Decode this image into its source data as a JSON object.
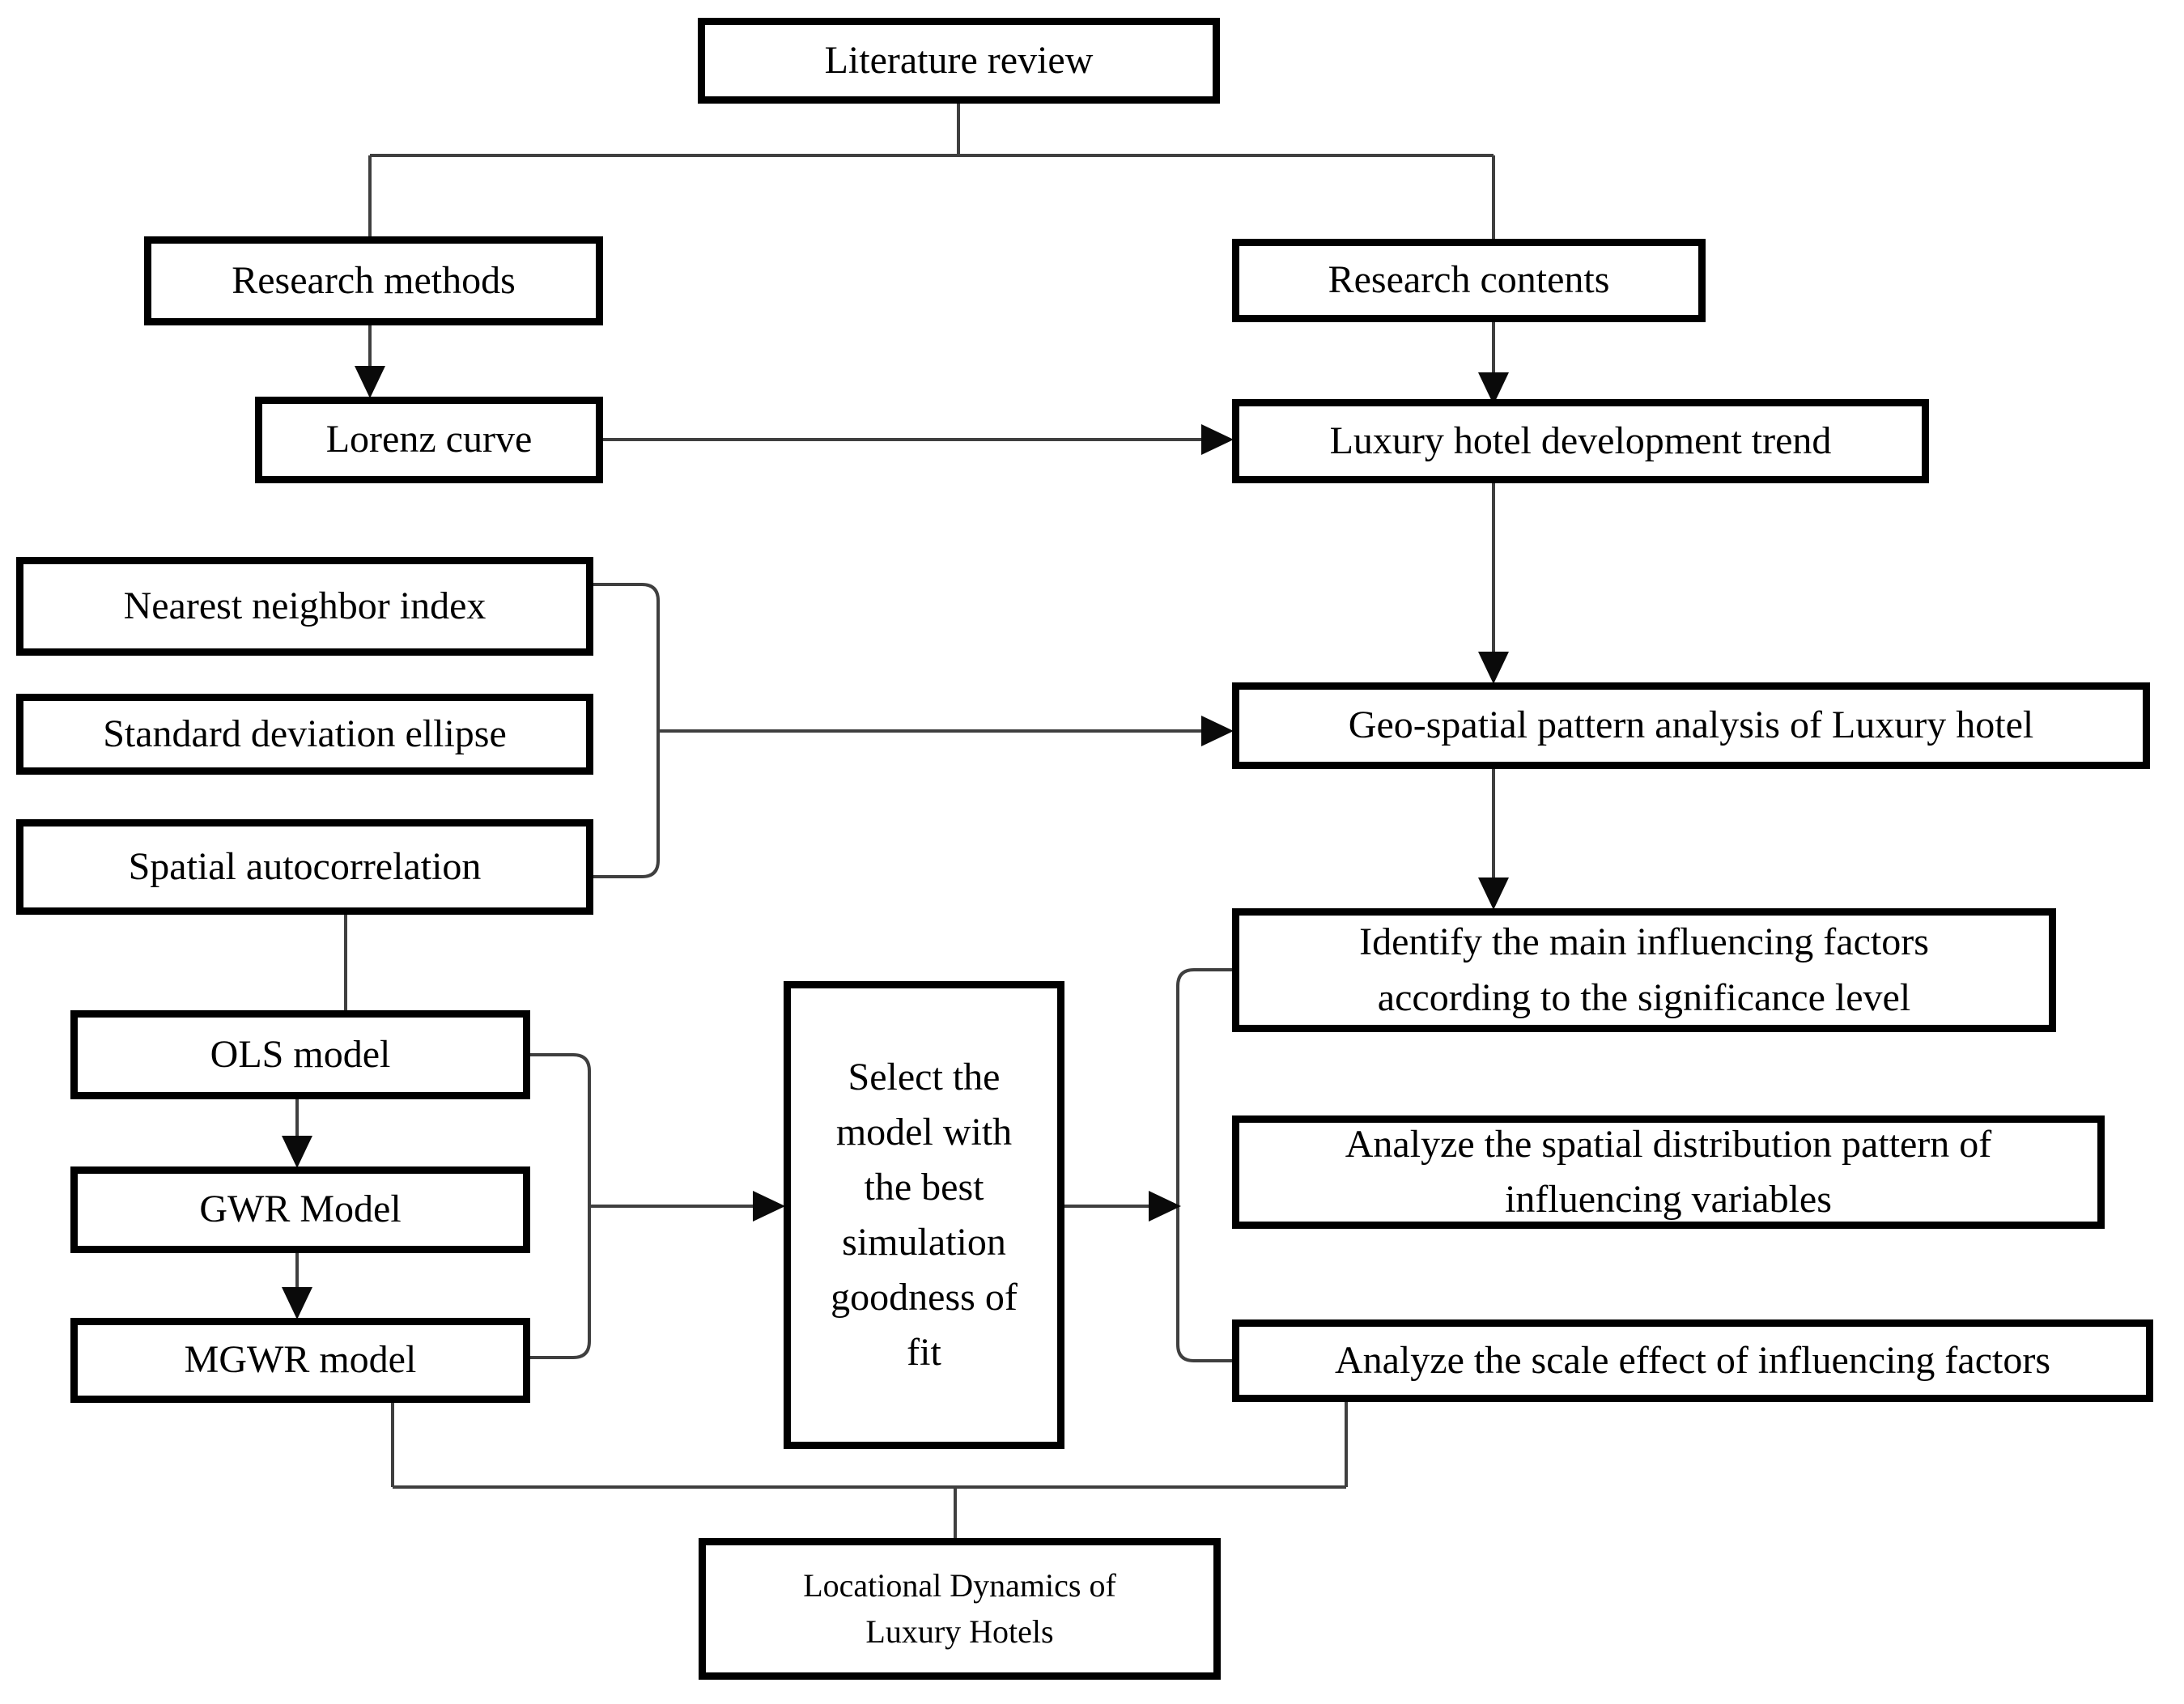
{
  "diagram": {
    "type": "flowchart",
    "background_color": "#ffffff",
    "box_border_color": "#000000",
    "box_fill_color": "#ffffff",
    "line_color": "#3f3f3f",
    "arrowhead_color": "#0a0a0a",
    "text_color": "#000000",
    "nodes": [
      {
        "id": "literature_review",
        "label": "Literature review"
      },
      {
        "id": "research_methods",
        "label": "Research methods"
      },
      {
        "id": "research_contents",
        "label": "Research contents"
      },
      {
        "id": "lorenz_curve",
        "label": "Lorenz curve"
      },
      {
        "id": "luxury_hotel_development",
        "label": "Luxury hotel development trend"
      },
      {
        "id": "nearest_neighbor_index",
        "label": "Nearest neighbor index"
      },
      {
        "id": "standard_deviation_ellipse",
        "label": "Standard deviation ellipse"
      },
      {
        "id": "spatial_autocorrelation",
        "label": "Spatial autocorrelation"
      },
      {
        "id": "geo_spatial_pattern_analysis",
        "label": "Geo-spatial pattern analysis of Luxury hotel"
      },
      {
        "id": "ols_model",
        "label": "OLS model"
      },
      {
        "id": "gwr_model",
        "label": "GWR Model"
      },
      {
        "id": "mgwr_model",
        "label": "MGWR model"
      },
      {
        "id": "select_best_model",
        "label": "Select the\nmodel with\nthe best\nsimulation\ngoodness of\nfit"
      },
      {
        "id": "identify_factors",
        "label": "Identify the main influencing factors\naccording to the significance level"
      },
      {
        "id": "analyze_spatial_distribution",
        "label": "Analyze the spatial distribution pattern of\ninfluencing variables"
      },
      {
        "id": "analyze_scale_effect",
        "label": "Analyze the scale effect of influencing factors"
      },
      {
        "id": "locational_dynamics",
        "label": "Locational Dynamics of\nLuxury Hotels"
      }
    ],
    "connections": [
      {
        "from": "literature_review",
        "to": "research_methods",
        "style": "line"
      },
      {
        "from": "literature_review",
        "to": "research_contents",
        "style": "line"
      },
      {
        "from": "research_methods",
        "to": "lorenz_curve",
        "style": "arrow"
      },
      {
        "from": "research_contents",
        "to": "luxury_hotel_development",
        "style": "arrow"
      },
      {
        "from": "lorenz_curve",
        "to": "luxury_hotel_development",
        "style": "arrow"
      },
      {
        "from": "nearest_neighbor_index",
        "to": "geo_spatial_pattern_analysis",
        "style": "bracket-arrow"
      },
      {
        "from": "standard_deviation_ellipse",
        "to": "geo_spatial_pattern_analysis",
        "style": "bracket-arrow"
      },
      {
        "from": "spatial_autocorrelation",
        "to": "geo_spatial_pattern_analysis",
        "style": "bracket-arrow"
      },
      {
        "from": "luxury_hotel_development",
        "to": "geo_spatial_pattern_analysis",
        "style": "arrow"
      },
      {
        "from": "geo_spatial_pattern_analysis",
        "to": "identify_factors",
        "style": "arrow"
      },
      {
        "from": "spatial_autocorrelation",
        "to": "ols_model",
        "style": "line"
      },
      {
        "from": "ols_model",
        "to": "gwr_model",
        "style": "arrow"
      },
      {
        "from": "gwr_model",
        "to": "mgwr_model",
        "style": "arrow"
      },
      {
        "from": "ols_model",
        "to": "select_best_model",
        "style": "bracket-arrow"
      },
      {
        "from": "mgwr_model",
        "to": "select_best_model",
        "style": "bracket-arrow"
      },
      {
        "from": "select_best_model",
        "to": "identify_factors",
        "style": "bracket-arrow"
      },
      {
        "from": "select_best_model",
        "to": "analyze_scale_effect",
        "style": "bracket-arrow"
      },
      {
        "from": "mgwr_model",
        "to": "locational_dynamics",
        "style": "line"
      },
      {
        "from": "analyze_scale_effect",
        "to": "locational_dynamics",
        "style": "line"
      }
    ]
  }
}
